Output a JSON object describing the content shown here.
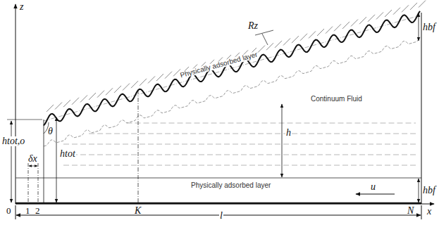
{
  "diagram": {
    "labels": [
      "z",
      "x",
      "0",
      "1",
      "2",
      "K",
      "N",
      "l",
      "u",
      "θ",
      "δx",
      "htot,o",
      "htot",
      "h",
      "hbf",
      "hbf",
      "Physically adsorbed layer",
      "Continuum Fluid",
      "Physically adsorbed layer",
      "Rz"
    ]
  }
}
